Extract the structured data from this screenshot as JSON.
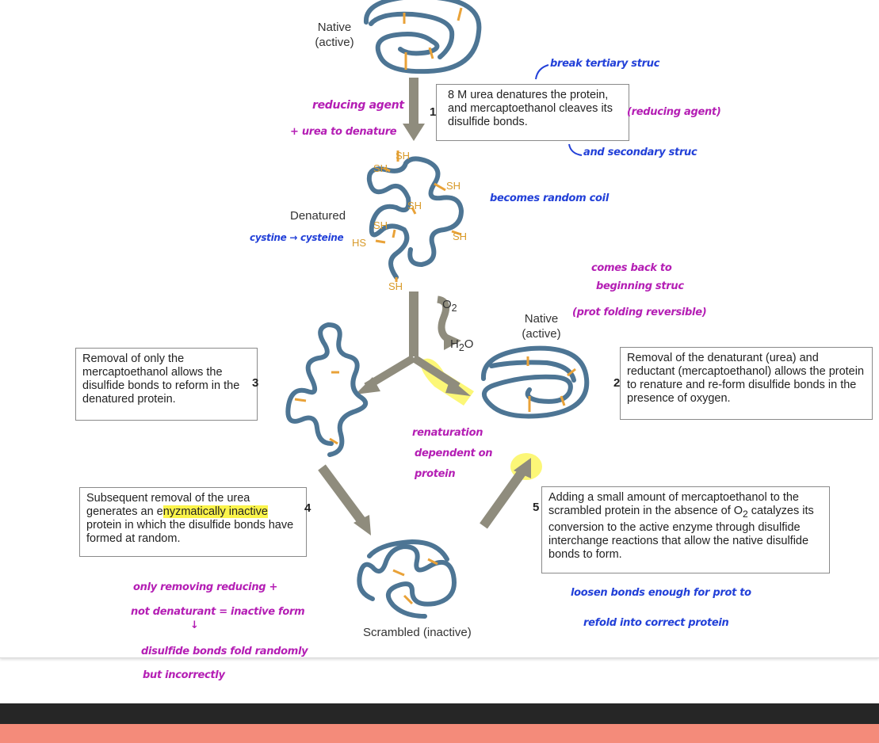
{
  "colors": {
    "chain": "#4d7594",
    "disulfide": "#e9a238",
    "arrow": "#8f8c7d",
    "sh": "#e0a030",
    "highlight": "#fbf44a",
    "annotation_purple": "#b41eb4",
    "annotation_blue": "#2240d8"
  },
  "states": {
    "native_top": "Native\n(active)",
    "denatured": "Denatured",
    "native_right": "Native\n(active)",
    "scrambled": "Scrambled (inactive)"
  },
  "sh_labels": [
    "SH",
    "SH",
    "SH",
    "SH",
    "SH",
    "HS",
    "SH",
    "SH"
  ],
  "reaction": {
    "o2": "O2",
    "h2o": "H2O"
  },
  "steps": {
    "s1": {
      "num": "1",
      "text": "8 M urea denatures the protein, and mercaptoethanol cleaves its disulfide bonds."
    },
    "s2": {
      "num": "2",
      "text": "Removal of the denaturant (urea) and reductant (mercaptoethanol) allows the protein to renature and re-form disulfide bonds in the presence of oxygen."
    },
    "s3": {
      "num": "3",
      "text": "Removal of only the mercaptoethanol allows the disulfide bonds to reform in the denatured protein."
    },
    "s4": {
      "num": "4",
      "text_before": "Subsequent removal of the urea generates an e",
      "highlighted": "nyzmatically inactive",
      "text_after": " protein in which the disulfide bonds have formed at random."
    },
    "s5": {
      "num": "5",
      "text_before": "Adding a small amount of mercaptoethanol to the scrambled protein in the absence of O",
      "sub": "2",
      "text_after": " catalyzes its conversion to the active enzyme through disulfide interchange reactions that allow the native disulfide bonds to form."
    }
  },
  "annotations": {
    "break_tertiary": "break tertiary struc",
    "reducing_agent": "reducing agent",
    "urea_to_denature": "+ urea to denature",
    "reducing_agent_paren": "(reducing agent)",
    "secondary": "and secondary struc",
    "random_coil": "becomes random coil",
    "cystine": "cystine → cysteine",
    "comes_back_1": "comes back to",
    "comes_back_2": "beginning struc",
    "comes_back_3": "(prot folding reversible)",
    "renat_1": "renaturation",
    "renat_2": "dependent on",
    "renat_3": "protein",
    "only_removing_1": "only removing reducing +",
    "only_removing_2": "not denaturant = inactive form",
    "arrow_down": "↓",
    "disulfide_1": "disulfide bonds fold randomly",
    "disulfide_2": "but incorrectly",
    "loosen_1": "loosen bonds enough for prot to",
    "loosen_2": "refold into correct protein"
  }
}
